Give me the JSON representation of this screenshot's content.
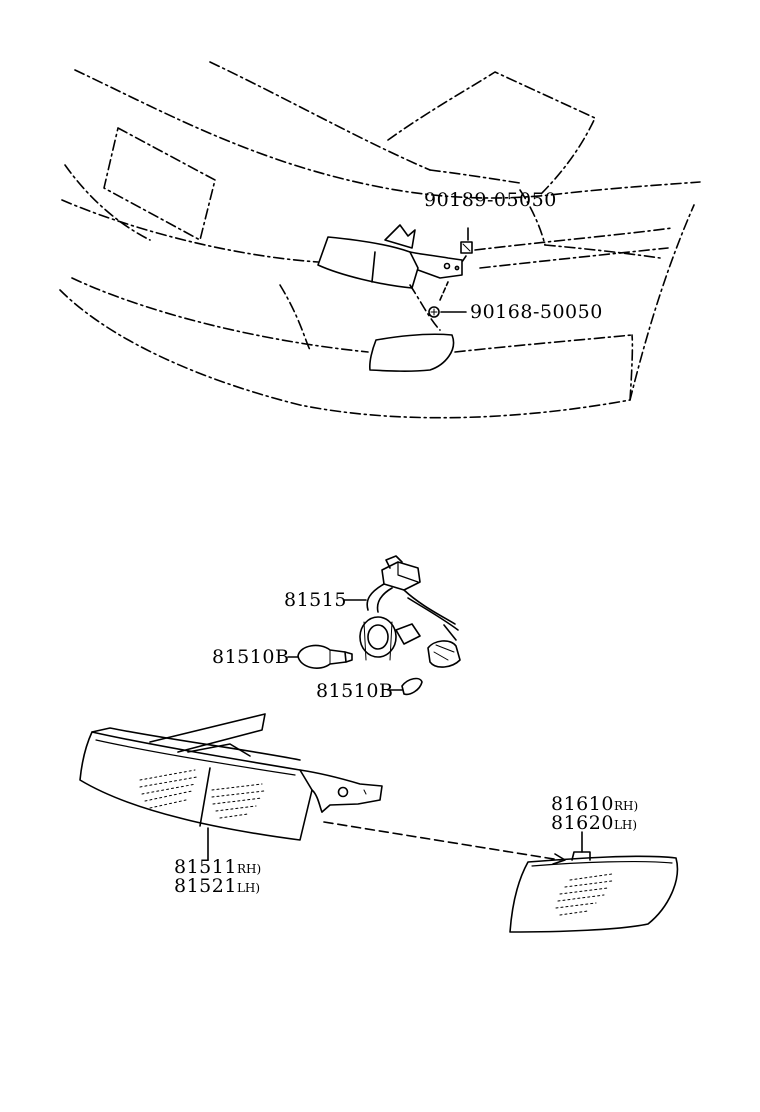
{
  "parts": {
    "nut": "90189-05050",
    "screw": "90168-50050",
    "socket_wire": "81515",
    "bulb_main": "81510B",
    "bulb_small": "81510B",
    "lamp_rh": "81511",
    "lamp_lh": "81521",
    "lamp_rh_suffix": "RH)",
    "lamp_lh_suffix": "LH)",
    "side_rh": "81610",
    "side_lh": "81620",
    "side_rh_suffix": "RH)",
    "side_lh_suffix": "LH)"
  }
}
